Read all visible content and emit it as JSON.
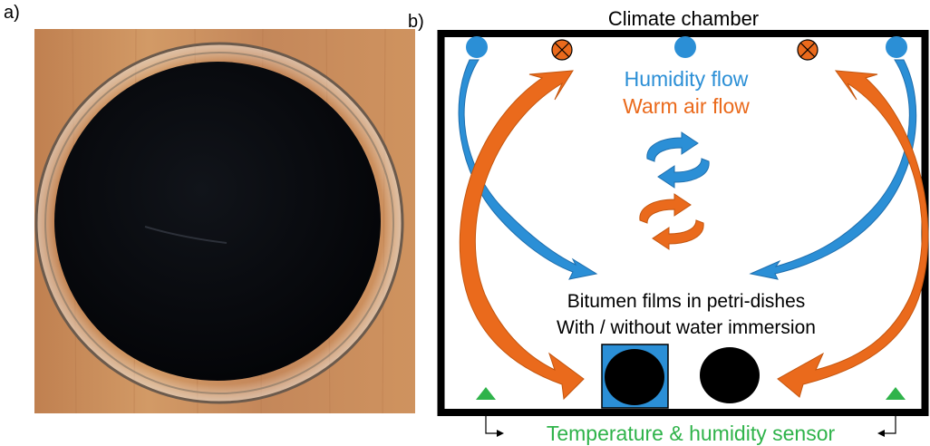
{
  "panel_a": {
    "label": "a)"
  },
  "panel_b": {
    "label": "b)",
    "title": "Climate chamber",
    "legend": {
      "humidity_label": "Humidity flow",
      "warm_label": "Warm air flow"
    },
    "samples_line1": "Bitumen films in petri-dishes",
    "samples_line2": "With / without water immersion",
    "sensor_label": "Temperature & humidity sensor"
  },
  "colors": {
    "humidity": "#2b8fd6",
    "warm": "#ea6a1c",
    "sensor": "#2fb34a",
    "frame": "#000000",
    "sample": "#000000",
    "water_box": "#2b8fd6",
    "wood": "#c88a57"
  }
}
